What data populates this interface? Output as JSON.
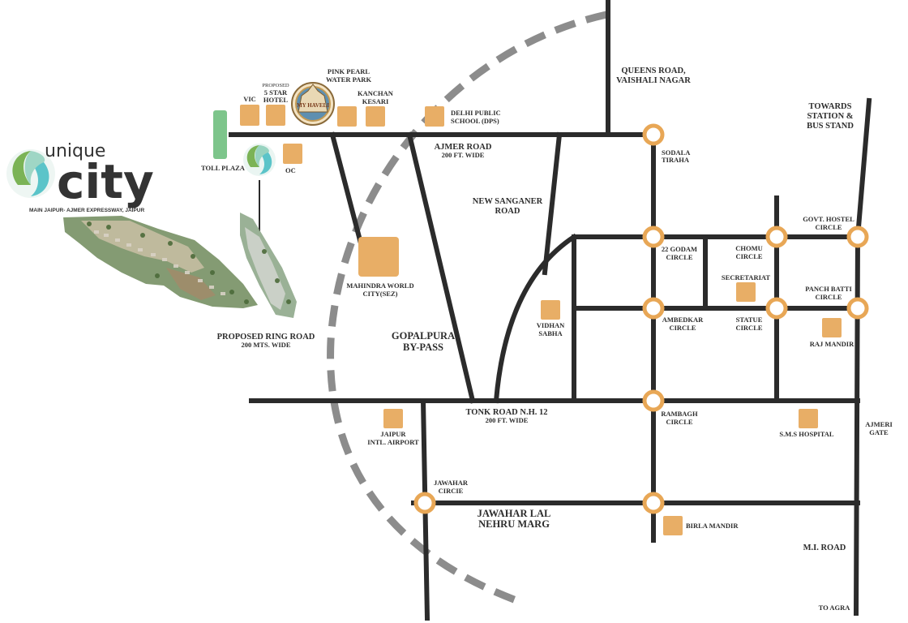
{
  "brand": {
    "word_small": "unique",
    "word_big": "city",
    "tagline": "MAIN JAIPUR- AJMER EXPRESSWAY, JAIPUR",
    "logo_icon": "leaf-drop-icon",
    "colors": {
      "teal": "#5bc4c9",
      "green": "#7bb356",
      "text": "#333333"
    }
  },
  "colors": {
    "road": "#2b2b2b",
    "ring_road": "#8c8c8c",
    "circle_outline": "#e8a756",
    "landmark": "#e8ae66",
    "toll_plaza": "#7dc58b"
  },
  "header_landmarks": {
    "vic": "VIC",
    "proposed": "PROPOSED",
    "five_star_1": "5 STAR",
    "five_star_2": "HOTEL",
    "my_haveli": "MY HAVELI",
    "pink_pearl_1": "PINK PEARL",
    "pink_pearl_2": "WATER PARK",
    "kanchan_1": "KANCHAN",
    "kanchan_2": "KESARI",
    "dps_1": "DELHI PUBLIC",
    "dps_2": "SCHOOL (DPS)",
    "toll_plaza": "TOLL PLAZA",
    "oc": "OC"
  },
  "roads": {
    "queens_1": "QUEENS ROAD,",
    "queens_2": "VAISHALI NAGAR",
    "ajmer_1": "AJMER ROAD",
    "ajmer_2": "200 FT. WIDE",
    "new_sanganer_1": "NEW SANGANER",
    "new_sanganer_2": "ROAD",
    "ring_1": "PROPOSED RING ROAD",
    "ring_2": "200 MTS. WIDE",
    "gopalpura_1": "GOPALPURA",
    "gopalpura_2": "BY-PASS",
    "tonk_1": "TONK ROAD N.H. 12",
    "tonk_2": "200 FT. WIDE",
    "jln_1": "JAWAHAR LAL",
    "jln_2": "NEHRU MARG",
    "mi_road": "M.I. ROAD",
    "to_agra": "TO AGRA",
    "towards_1": "TOWARDS",
    "towards_2": "STATION &",
    "towards_3": "BUS STAND"
  },
  "circles": {
    "sodala_1": "SODALA",
    "sodala_2": "TIRAHA",
    "godam_1": "22 GODAM",
    "godam_2": "CIRCLE",
    "chomu_1": "CHOMU",
    "chomu_2": "CIRCLE",
    "govt_1": "GOVT. HOSTEL",
    "govt_2": "CIRCLE",
    "ambedkar_1": "AMBEDKAR",
    "ambedkar_2": "CIRCLE",
    "statue_1": "STATUE",
    "statue_2": "CIRCLE",
    "panch_1": "PANCH BATTI",
    "panch_2": "CIRCLE",
    "rambagh_1": "RAMBAGH",
    "rambagh_2": "CIRCLE",
    "jawahar_1": "JAWAHAR",
    "jawahar_2": "CIRCIE"
  },
  "places": {
    "mahindra_1": "MAHINDRA WORLD",
    "mahindra_2": "CITY(SEZ)",
    "vidhan_1": "VIDHAN",
    "vidhan_2": "SABHA",
    "secretariat": "SECRETARIAT",
    "raj_mandir": "RAJ MANDIR",
    "airport_1": "JAIPUR",
    "airport_2": "INTL. AIRPORT",
    "sms": "S.M.S HOSPITAL",
    "ajmeri_1": "AJMERI",
    "ajmeri_2": "GATE",
    "birla": "BIRLA MANDIR"
  }
}
